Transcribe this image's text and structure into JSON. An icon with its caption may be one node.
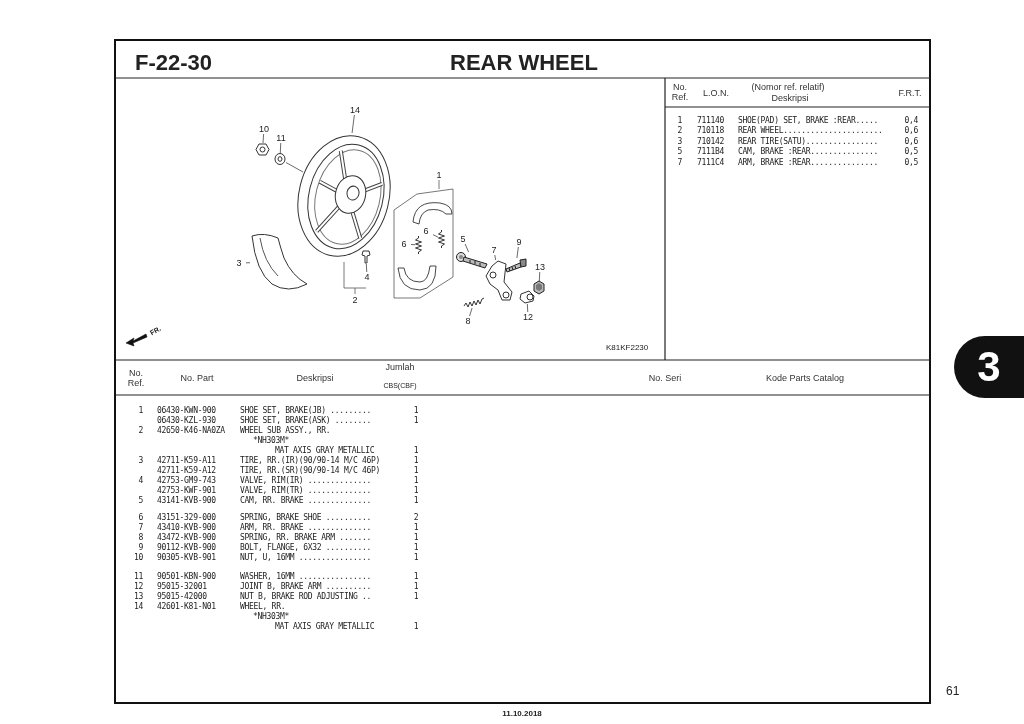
{
  "diagram": {
    "title": "REAR WHEEL",
    "nodes": [
      {
        "text": [
          "14"
        ]
      },
      {
        "text": [
          "10"
        ]
      },
      {
        "text": [
          "11"
        ]
      },
      {
        "text": [
          "6"
        ]
      },
      {
        "text": [
          "6"
        ]
      },
      {
        "text": [
          "5"
        ]
      },
      {
        "text": [
          "7"
        ]
      },
      {
        "text": [
          "9"
        ]
      },
      {
        "text": [
          "3"
        ]
      },
      {
        "text": [
          "13"
        ]
      },
      {
        "text": [
          "4"
        ]
      },
      {
        "text": [
          "12"
        ]
      },
      {
        "text": [
          "8"
        ]
      },
      {
        "text": [
          "3"
        ]
      },
      {
        "text": [],
        "shape": "picture"
      },
      {
        "text": [],
        "shape": "picture"
      },
      {
        "text": [],
        "shape": "picture"
      },
      {
        "text": [],
        "shape": "picture"
      },
      {
        "text": [],
        "shape": "picture"
      },
      {
        "text": [],
        "shape": "picture"
      },
      {
        "text": [],
        "shape": "picture"
      },
      {
        "text": [],
        "shape": "picture"
      },
      {
        "text": [],
        "shape": "picture"
      },
      {
        "text": [],
        "shape": "picture"
      },
      {
        "text": [],
        "shape": "picture"
      },
      {
        "text": [],
        "shape": "picture"
      },
      {
        "text": [],
        "shape": "picture"
      }
    ],
    "edges": [
      {
        "from": 0,
        "to": 14,
        "arrow": "none"
      },
      {
        "from": 1,
        "to": 15,
        "arrow": "none"
      },
      {
        "from": 2,
        "to": 16,
        "arrow": "none"
      },
      {
        "from": 3,
        "to": 17,
        "arrow": "none"
      },
      {
        "from": 4,
        "to": 18,
        "arrow": "none"
      },
      {
        "from": 5,
        "to": 19,
        "arrow": "none"
      },
      {
        "from": 6,
        "to": 20,
        "arrow": "none"
      },
      {
        "from": 7,
        "to": 21,
        "arrow": "none"
      },
      {
        "from": 8,
        "to": 22,
        "arrow": "none"
      },
      {
        "from": 9,
        "to": 23,
        "arrow": "none"
      },
      {
        "from": 10,
        "to": 24,
        "arrow": "none"
      },
      {
        "from": 11,
        "to": 25,
        "arrow": "none"
      },
      {
        "from": 12,
        "to": 26,
        "arrow": "none"
      },
      {
        "from": 16,
        "to": 14,
        "arrow": "none"
      }
    ],
    "labels": [
      "F-22-30",
      "No. Ref.",
      "L.O.N.",
      "(Nomor ref. relatif)",
      "Deskripsi",
      "F.R.T.",
      "1",
      "711140",
      "SHOE(PAD) SET, BRAKE :REAR.....",
      "0,4",
      "2",
      "710118",
      "REAR WHEEL......................",
      "0,6",
      "3",
      "710142",
      "REAR TIRE(SATU)................",
      "0,6",
      "5",
      "7111B4",
      "CAM, BRAKE :REAR...............",
      "0,5",
      "7",
      "7111C4",
      "ARM, BRAKE :REAR...............",
      "0,5",
      "1",
      "2",
      "FR.",
      "K81KF2230",
      "No. Ref.",
      "No. Part",
      "Deskripsi",
      "Jumlah",
      "CBS(CBF)",
      "No. Seri",
      "Kode Parts Catalog",
      "1",
      "06430-KWN-900",
      "SHOE SET, BRAKE(JB) .........",
      "1",
      "06430-KZL-930",
      "SHOE SET, BRAKE(ASK) ........",
      "1",
      "2",
      "42650-K46-NA0ZA",
      "WHEEL SUB ASSY., RR.",
      "*NH303M*",
      "MAT AXIS GRAY METALLIC",
      "1",
      "3",
      "42711-K59-A11",
      "TIRE, RR.(IR)(90/90-14 M/C 46P)",
      "1",
      "42711-K59-A12",
      "TIRE, RR.(SR)(90/90-14 M/C 46P)",
      "1",
      "4",
      "42753-GM9-743",
      "VALVE, RIM(IR) ..............",
      "1",
      "42753-KWF-901",
      "VALVE, RIM(TR) ..............",
      "1",
      "5",
      "43141-KVB-900",
      "CAM, RR. BRAKE ..............",
      "1",
      "6",
      "43151-329-000",
      "SPRING, BRAKE SHOE ..........",
      "2",
      "7",
      "43410-KVB-900",
      "ARM, RR. BRAKE ..............",
      "1",
      "8",
      "43472-KVB-900",
      "SPRING, RR. BRAKE ARM .......",
      "1",
      "9",
      "90112-KVB-900",
      "BOLT, FLANGE, 6X32 ..........",
      "1",
      "10",
      "90305-KVB-901",
      "NUT, U, 16MM ................",
      "1",
      "11",
      "90501-KBN-900",
      "WASHER, 16MM ................",
      "1",
      "12",
      "95015-32001",
      "JOINT B, BRAKE ARM ..........",
      "1",
      "13",
      "95015-42000",
      "NUT B, BRAKE ROD ADJUSTING ..",
      "1",
      "14",
      "42601-K81-N01",
      "WHEEL, RR.",
      "*NH303M*",
      "MAT AXIS GRAY METALLIC",
      "1",
      "61",
      "11.10.2018"
    ]
  }
}
